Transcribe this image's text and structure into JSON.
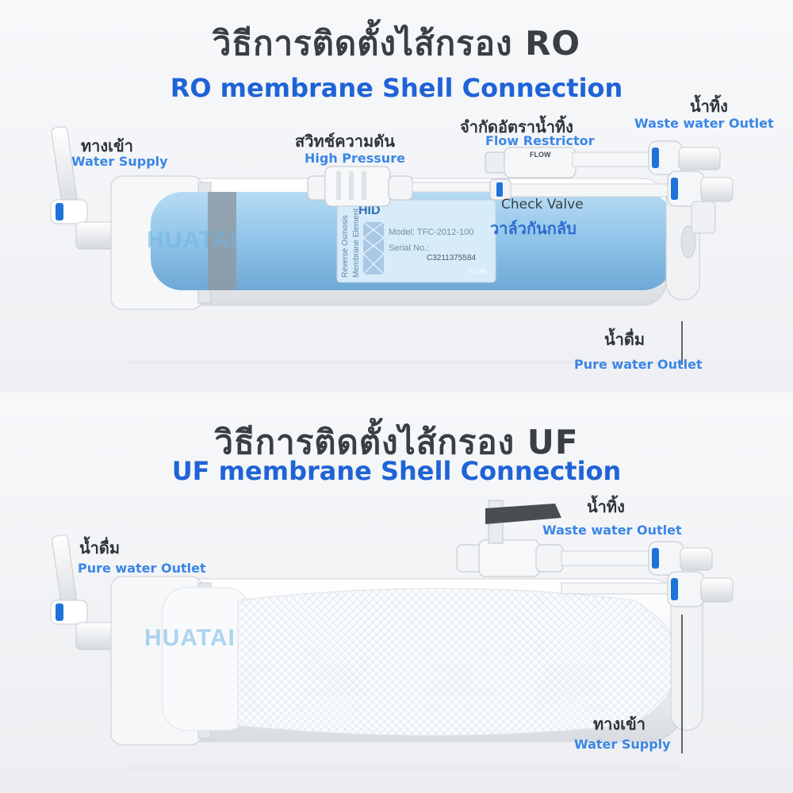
{
  "ro": {
    "title_th": "วิธีการติดตั้งไส้กรอง RO",
    "title_en": "RO membrane Shell Connection",
    "labels": {
      "water_supply_th": "ทางเข้า",
      "water_supply_en": "Water Supply",
      "high_pressure_th": "สวิทช์ความดัน",
      "high_pressure_en": "High Pressure",
      "flow_restrictor_th": "จำกัดอัตราน้ำทิ้ง",
      "flow_restrictor_en": "Flow Restrictor",
      "waste_th": "น้ำทิ้ง",
      "waste_en": "Waste water Outlet",
      "check_valve_en": "Check Valve",
      "check_valve_th": "วาล์วกันกลับ",
      "pure_th": "น้ำดื่ม",
      "pure_en": "Pure water Outlet"
    },
    "membrane": {
      "brand": "HID",
      "model": "Model: TFC-2012-100",
      "serial": "Serial No.:",
      "serial_number": "C3211375584",
      "side_text_1": "Reverse Osmosis",
      "side_text_2": "Membrane Element",
      "flow": "FLOW"
    },
    "restrictor_flow": "FLOW",
    "watermark": "HUATAI"
  },
  "uf": {
    "title_th": "วิธีการติดตั้งไส้กรอง UF",
    "title_en": "UF membrane Shell Connection",
    "labels": {
      "pure_th": "น้ำดื่ม",
      "pure_en": "Pure water Outlet",
      "waste_th": "น้ำทิ้ง",
      "waste_en": "Waste water Outlet",
      "water_supply_th": "ทางเข้า",
      "water_supply_en": "Water Supply"
    },
    "watermark": "HUATAI"
  },
  "colors": {
    "title_gray": "#3a3f46",
    "title_blue": "#1f63d6",
    "label_blue": "#3b86e6",
    "membrane_blue": "#8fc3e8",
    "fitting_blue": "#1e73d8"
  }
}
